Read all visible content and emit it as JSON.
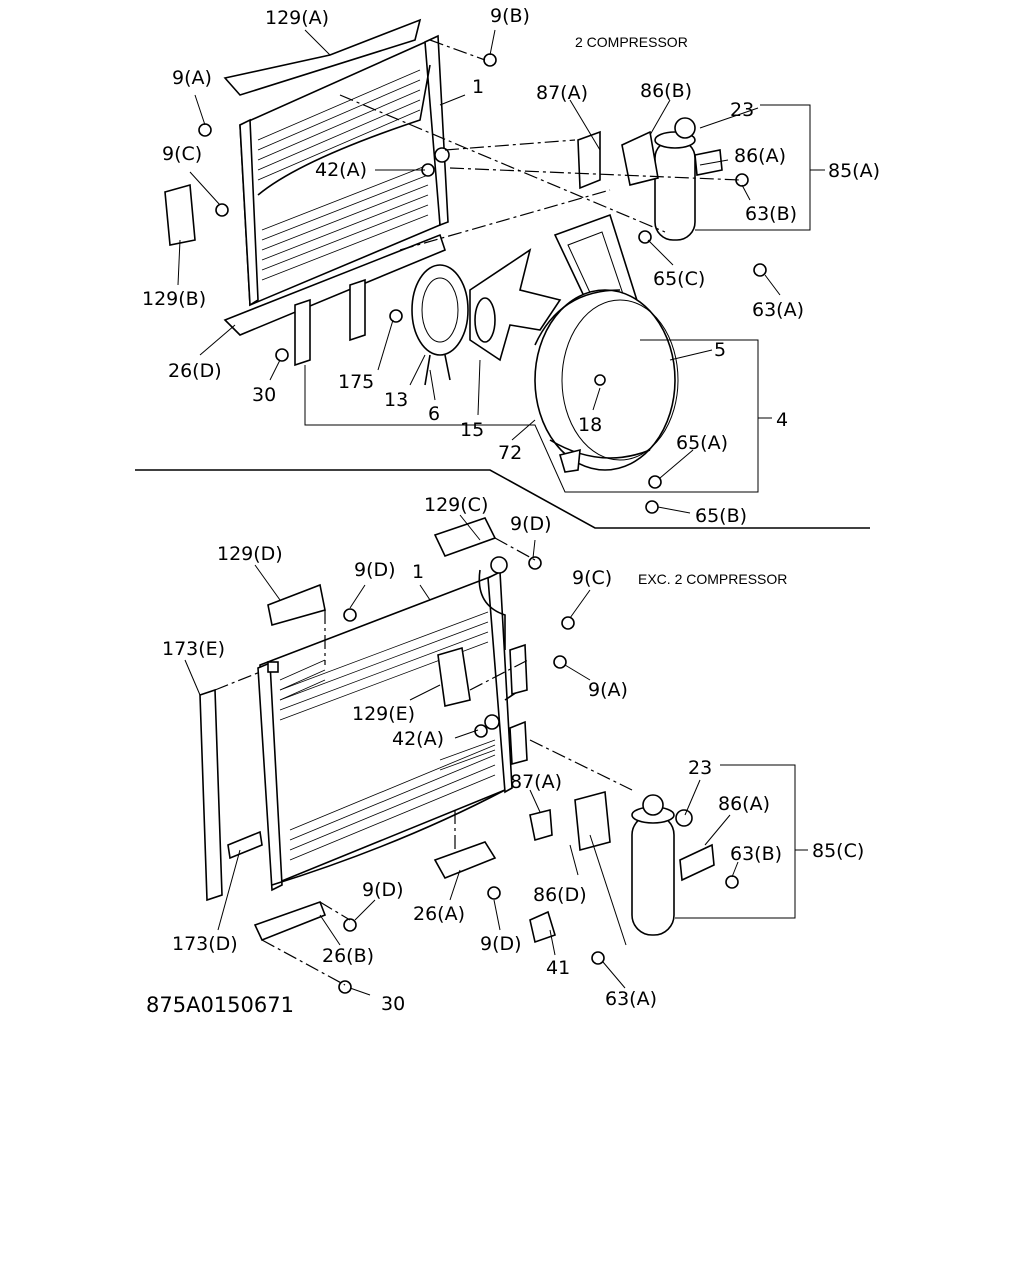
{
  "diagram": {
    "reference_code": "875A0150671",
    "upper": {
      "variant_label": "2 COMPRESSOR",
      "labels": {
        "l_129A": "129(A)",
        "l_9B": "9(B)",
        "l_9A": "9(A)",
        "l_1": "1",
        "l_9C": "9(C)",
        "l_42A": "42(A)",
        "l_129B": "129(B)",
        "l_26D": "26(D)",
        "l_30": "30",
        "l_175": "175",
        "l_13": "13",
        "l_6": "6",
        "l_15": "15",
        "l_72": "72",
        "l_18": "18",
        "l_5": "5",
        "l_4": "4",
        "l_65A": "65(A)",
        "l_65B": "65(B)",
        "l_65C": "65(C)",
        "l_87A": "87(A)",
        "l_86B": "86(B)",
        "l_23": "23",
        "l_86A": "86(A)",
        "l_85A": "85(A)",
        "l_63B": "63(B)",
        "l_63A": "63(A)"
      }
    },
    "lower": {
      "variant_label": "EXC. 2 COMPRESSOR",
      "labels": {
        "l_129C": "129(C)",
        "l_9D_top": "9(D)",
        "l_129D": "129(D)",
        "l_9D_left": "9(D)",
        "l_1": "1",
        "l_9C": "9(C)",
        "l_173E": "173(E)",
        "l_9A": "9(A)",
        "l_129E": "129(E)",
        "l_42A": "42(A)",
        "l_23": "23",
        "l_87A": "87(A)",
        "l_86A": "86(A)",
        "l_63B": "63(B)",
        "l_85C": "85(C)",
        "l_9D_bot": "9(D)",
        "l_86D": "86(D)",
        "l_26A": "26(A)",
        "l_173D": "173(D)",
        "l_26B": "26(B)",
        "l_9D_bot2": "9(D)",
        "l_41": "41",
        "l_63A": "63(A)",
        "l_30": "30"
      }
    }
  }
}
